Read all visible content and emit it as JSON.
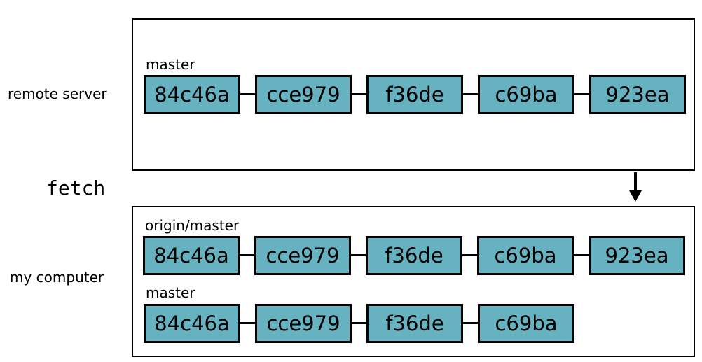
{
  "labels": {
    "remote": "remote server",
    "local": "my computer",
    "fetch": "fetch"
  },
  "remote": {
    "branch": "master",
    "commits": [
      "84c46a",
      "cce979",
      "f36de",
      "c69ba",
      "923ea"
    ]
  },
  "local": {
    "origin_branch": "origin/master",
    "origin_commits": [
      "84c46a",
      "cce979",
      "f36de",
      "c69ba",
      "923ea"
    ],
    "branch": "master",
    "commits": [
      "84c46a",
      "cce979",
      "f36de",
      "c69ba"
    ]
  },
  "colors": {
    "commit_fill": "#66b2c1",
    "stroke": "#000000"
  }
}
